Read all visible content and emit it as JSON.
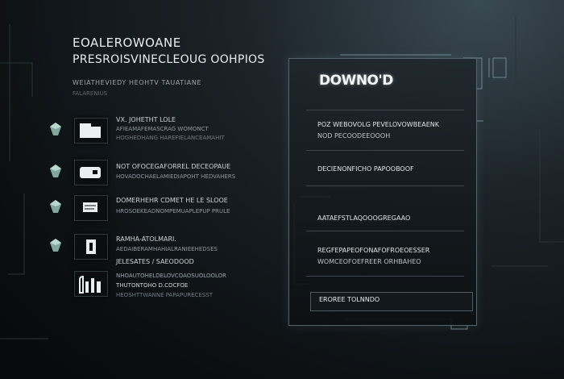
{
  "header": {
    "title": "EOALEROWOANE",
    "subtitle": "PRESROISVINECLEOUG OOHPIOS",
    "section_label": "WEIATHEVIEDY HEOHTV TAUATIANE",
    "section_sublabel": "FALARENIUS"
  },
  "features": [
    {
      "line1": "VX. JOHETHT LOLE",
      "line2": "AFIEAMAFEMASCRAG WOMONCT",
      "line3": "HOGHEDHANG HAREFIELANCEAMAHIT"
    },
    {
      "line1": "NOT OFOCEGAFORREL DECEOPAUE",
      "line2": "HOVADOCHAELAMIEDIAPOHT HEDVAHERS",
      "line3": ""
    },
    {
      "line1": "DOMERHEHR CDMET HE LE SLOOE",
      "line2": "HROSOEKEADNOMPEMUAPLEPUP PRULE",
      "line3": ""
    },
    {
      "line1": "RAMHA-ATOLMARI.",
      "line2": "AEDAIBERAMHAHIALRANIEEHEDSES",
      "line3": ""
    },
    {
      "line1": "JELESATES / SAEODOOD",
      "line2": "",
      "line3": ""
    },
    {
      "line1": "NHOAUTOHELDELOVCOAOSUOLOOLOR",
      "line2": "THUTONTOHO D.COCFOE",
      "line3": "HEOSHTTWANNE PAPAPURECESST"
    }
  ],
  "panel": {
    "title": "DOWNO'D",
    "rows": [
      {
        "text": "POZ WEBOVOLG PEVELOVOWBEAENK",
        "sub": "NOD PECOODEEOOOH"
      },
      {
        "text": "DECIENONFICHO PAPOOBOOF",
        "sub": ""
      },
      {
        "text": "AATAEFSTLAQOOOGREGAAO",
        "sub": ""
      },
      {
        "text": "REGFEPAPEOFONAFOFROEOESSER",
        "sub": "WOMCEOFOEFREER ORHBAHEO"
      }
    ],
    "button_label": "EROREE TOLNNDO"
  }
}
